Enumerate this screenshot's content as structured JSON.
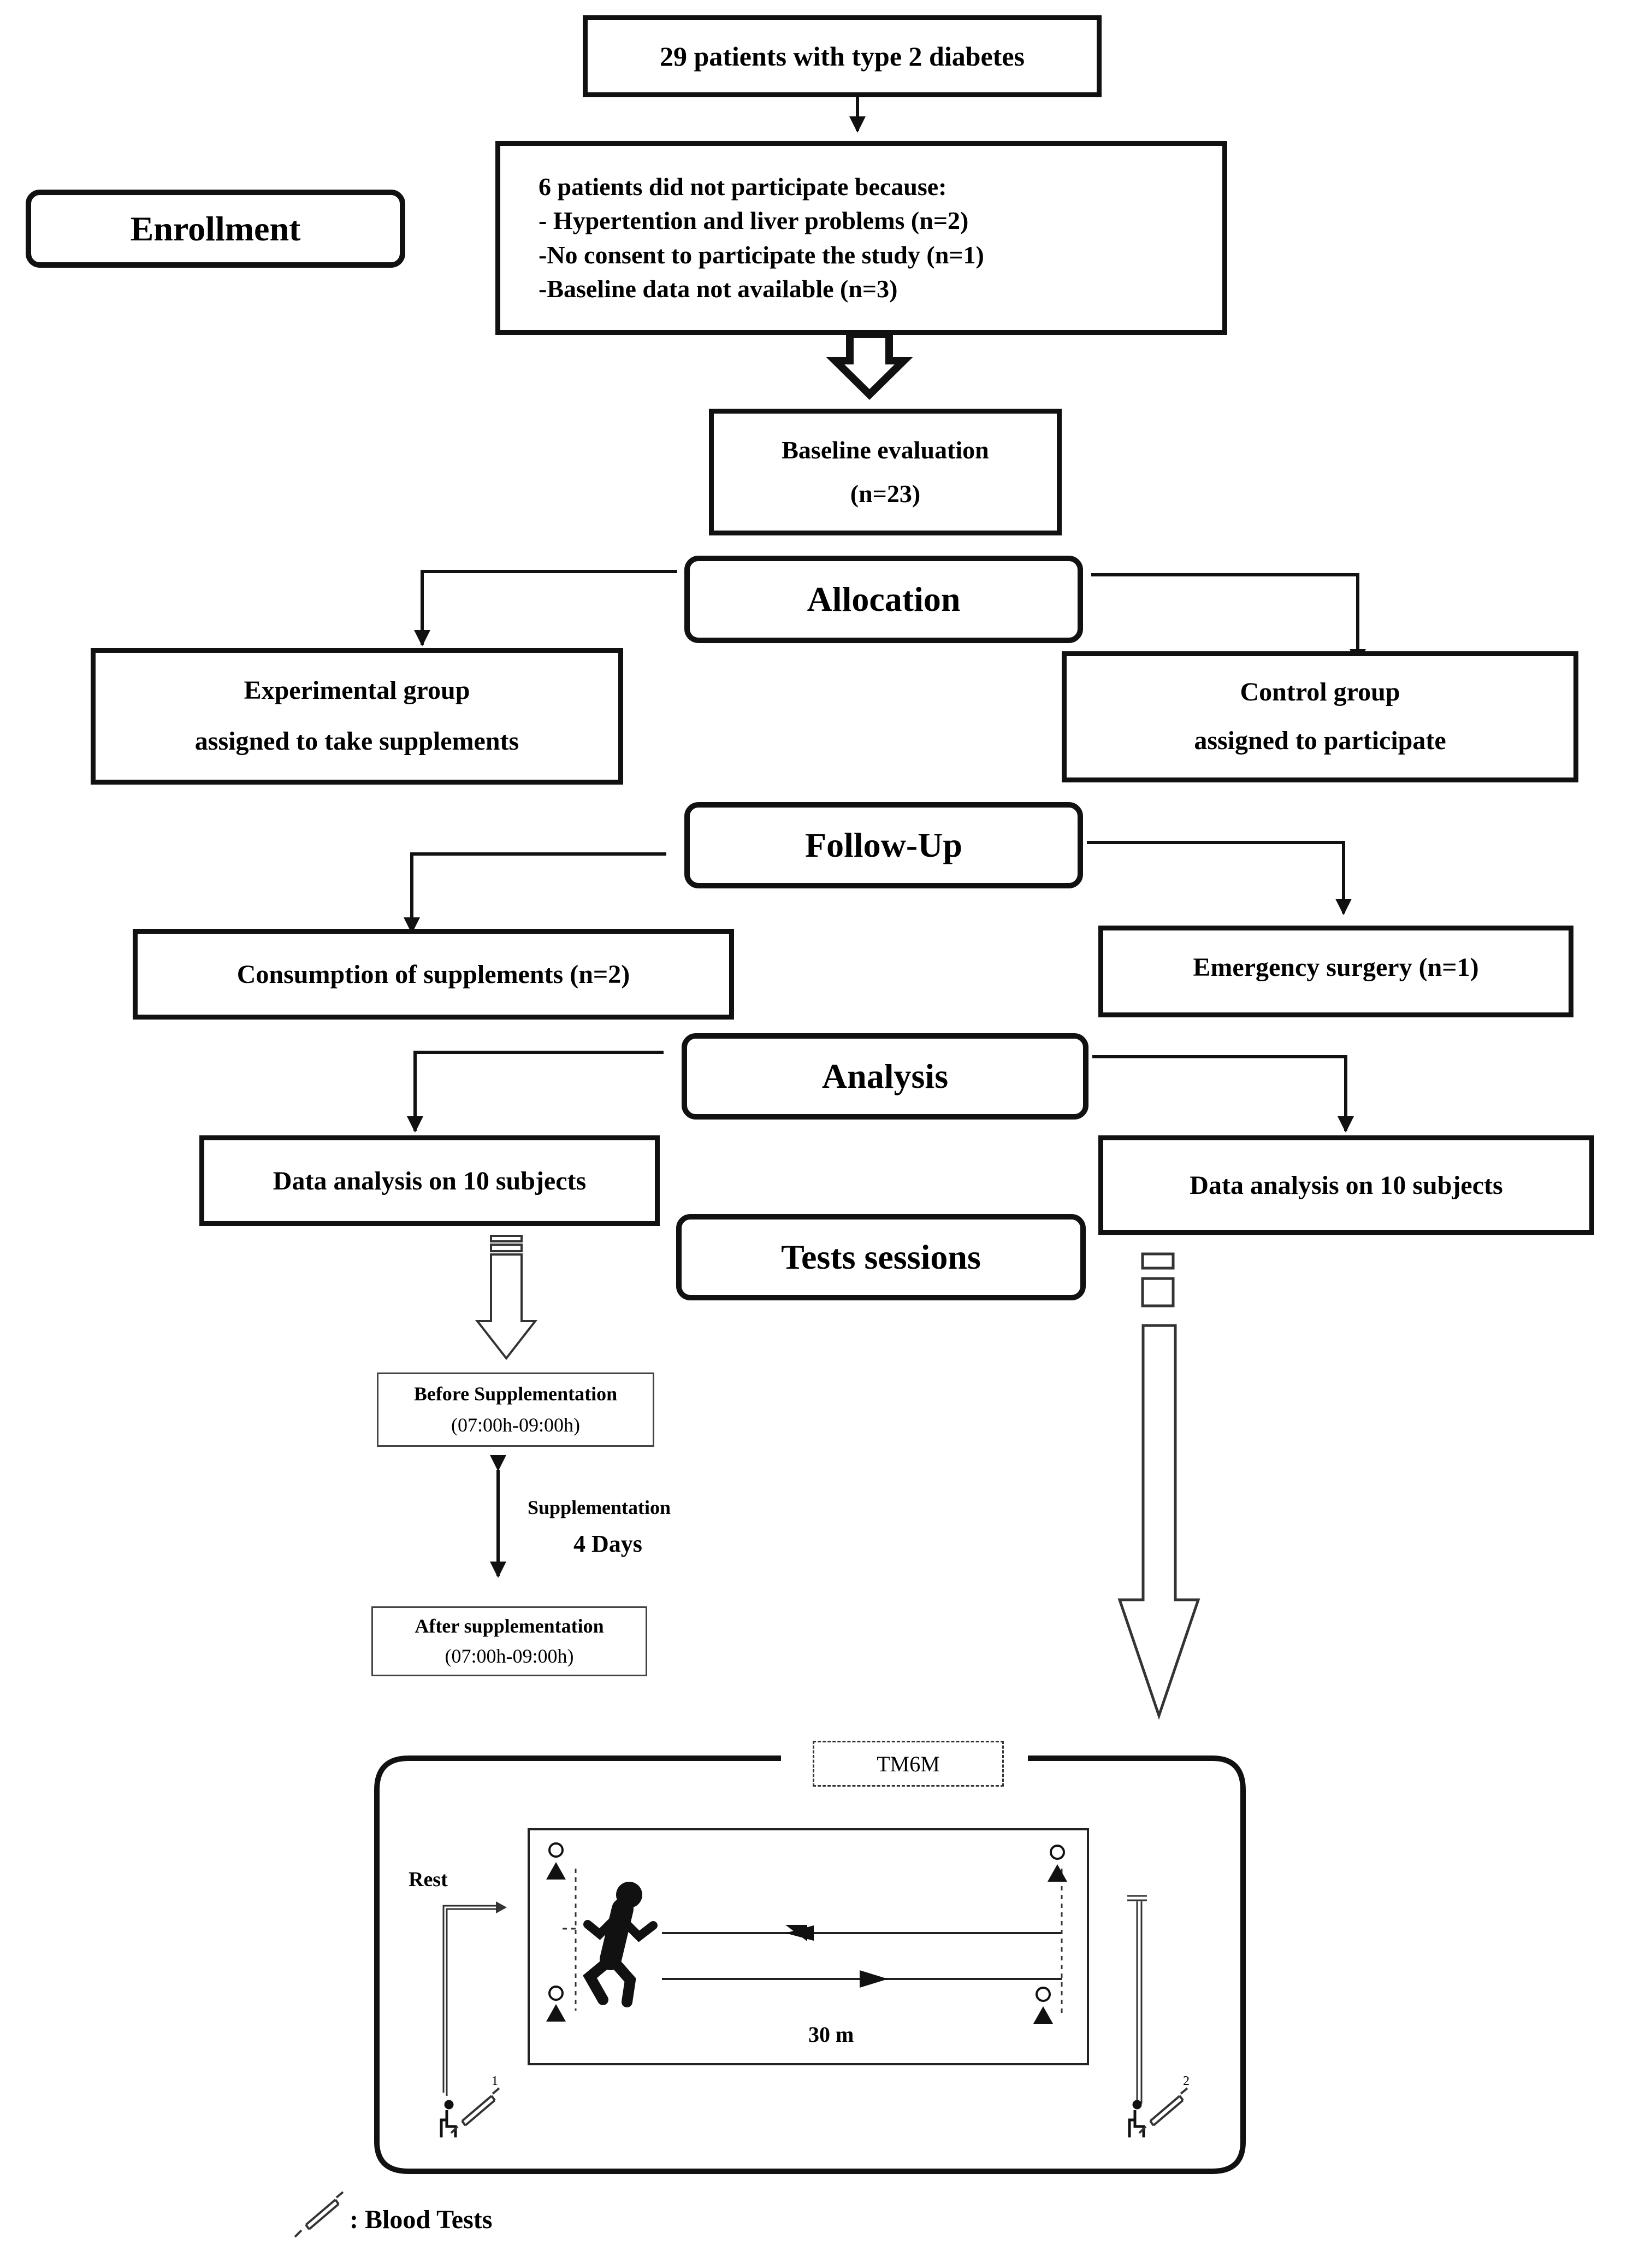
{
  "top_box": {
    "text": "29 patients with type 2 diabetes"
  },
  "exclusion": {
    "title": "6 patients did not participate because:",
    "items": [
      "- Hypertention and liver problems (n=2)",
      "-No consent to participate the study (n=1)",
      "-Baseline data not available (n=3)"
    ]
  },
  "stages": {
    "enrollment": "Enrollment",
    "allocation": "Allocation",
    "follow_up": "Follow-Up",
    "analysis": "Analysis",
    "tests_sessions": "Tests sessions"
  },
  "baseline": {
    "line1": "Baseline evaluation",
    "line2": "(n=23)"
  },
  "experimental": {
    "line1": "Experimental group",
    "line2": "assigned to take supplements"
  },
  "control": {
    "line1": "Control group",
    "line2": "assigned to participate"
  },
  "followup_left": "Consumption of supplements (n=2)",
  "followup_right": "Emergency surgery (n=1)",
  "analysis_left": "Data analysis on 10 subjects",
  "analysis_right": "Data analysis on 10 subjects",
  "before_supp": {
    "title": "Before Supplementation",
    "time": "(07:00h-09:00h)"
  },
  "supplementation": {
    "label": "Supplementation",
    "duration": "4 Days"
  },
  "after_supp": {
    "title": "After supplementation",
    "time": "(07:00h-09:00h)"
  },
  "test": {
    "title": "TM6M",
    "rest": "Rest",
    "distance": "30 m",
    "syringe1": "1",
    "syringe2": "2"
  },
  "legend": {
    "text": ": Blood Tests"
  },
  "colors": {
    "line": "#111111",
    "background": "#ffffff"
  },
  "icons": [
    "runner-icon",
    "cone-icon",
    "syringe-icon",
    "seated-person-icon"
  ]
}
